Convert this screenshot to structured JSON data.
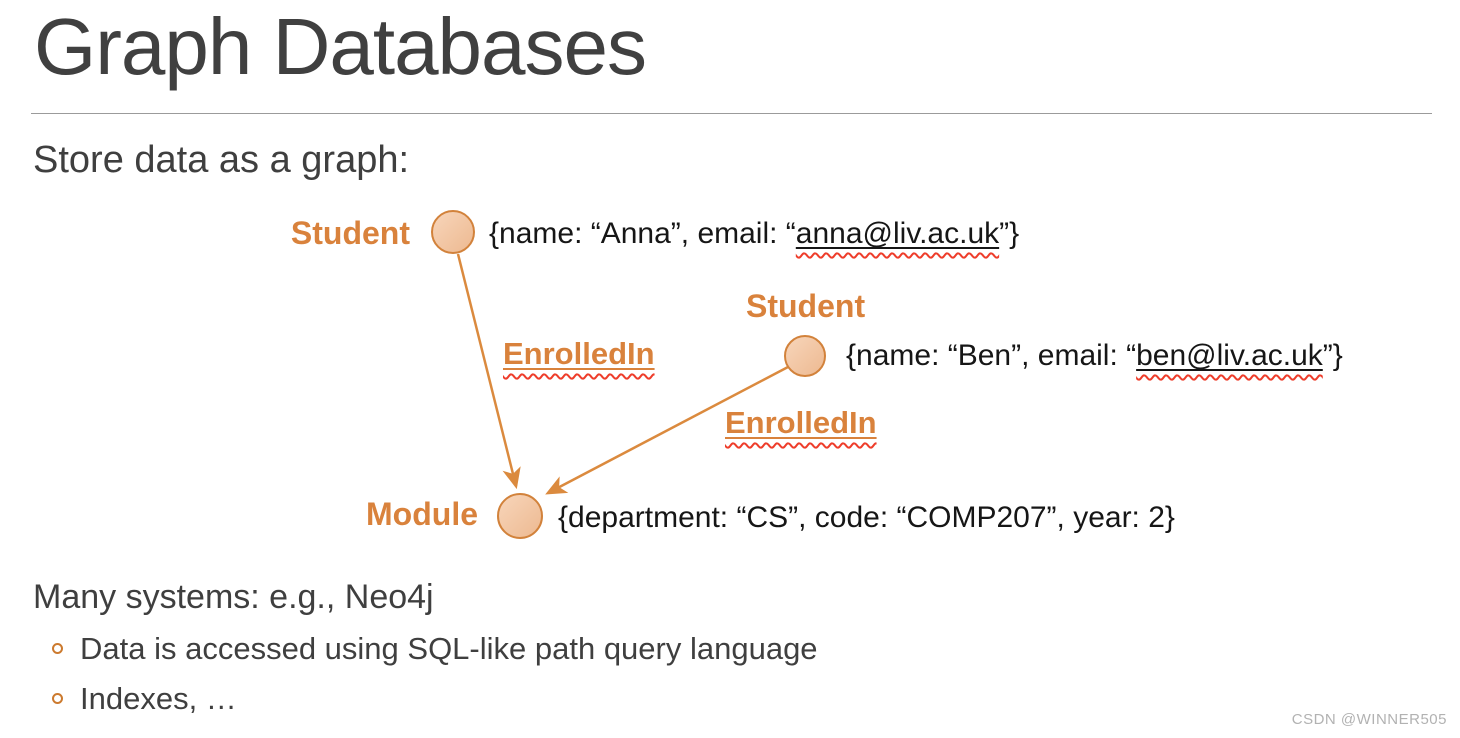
{
  "slide": {
    "title": "Graph Databases",
    "subtitle": "Store data as a graph:",
    "systems_heading": "Many systems: e.g., Neo4j",
    "bullets": [
      {
        "text": "Data is accessed using SQL-like path query language"
      },
      {
        "text": "Indexes, …"
      }
    ],
    "watermark": "CSDN @WINNER505"
  },
  "graph": {
    "nodes": {
      "anna": {
        "label": "Student",
        "props_prefix": "{name: “Anna”, email: “",
        "email": "anna@liv.ac.uk",
        "props_suffix": "”}"
      },
      "ben": {
        "label": "Student",
        "props_prefix": "{name: “Ben”, email: “",
        "email": "ben@liv.ac.uk",
        "props_suffix": "”}"
      },
      "module": {
        "label": "Module",
        "props": "{department: “CS”, code: “COMP207”, year: 2}"
      }
    },
    "edges": {
      "anna_module": {
        "label": "EnrolledIn"
      },
      "ben_module": {
        "label": "EnrolledIn"
      }
    }
  },
  "colors": {
    "accent_orange": "#D9823C",
    "node_fill": "#F3C7A5",
    "node_border": "#D2823B",
    "edge_line": "#DB8A3E",
    "squiggle_red": "#EE3D2B",
    "heading_gray": "#404040",
    "body_gray": "#3F3F3F",
    "rule_gray": "#9B9B9B",
    "watermark_gray": "#B2B2B2"
  }
}
